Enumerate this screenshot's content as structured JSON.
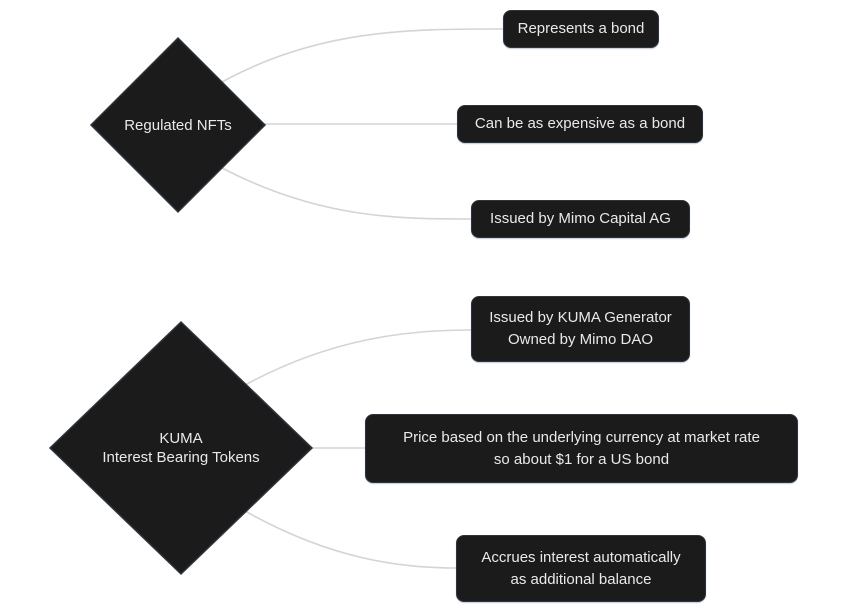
{
  "diagram": {
    "type": "mindmap",
    "background": "#ffffff",
    "colors": {
      "background": "#ffffff",
      "node_fill": "#1b1b1b",
      "node_border": "#2c3440",
      "node_text": "#e9e9e9",
      "connector": "#d4d4d4"
    },
    "groups": [
      {
        "root": {
          "label": "Regulated NFTs",
          "shape": "diamond"
        },
        "children": [
          {
            "label": "Represents a bond"
          },
          {
            "label": "Can be as expensive as a bond"
          },
          {
            "label": "Issued by Mimo Capital AG"
          }
        ]
      },
      {
        "root": {
          "label": "KUMA\nInterest Bearing Tokens",
          "shape": "diamond"
        },
        "children": [
          {
            "label": "Issued by KUMA Generator\nOwned by Mimo DAO"
          },
          {
            "label": "Price based on the underlying currency at market rate\nso about $1 for a US bond"
          },
          {
            "label": "Accrues interest automatically\nas additional balance"
          }
        ]
      }
    ]
  }
}
